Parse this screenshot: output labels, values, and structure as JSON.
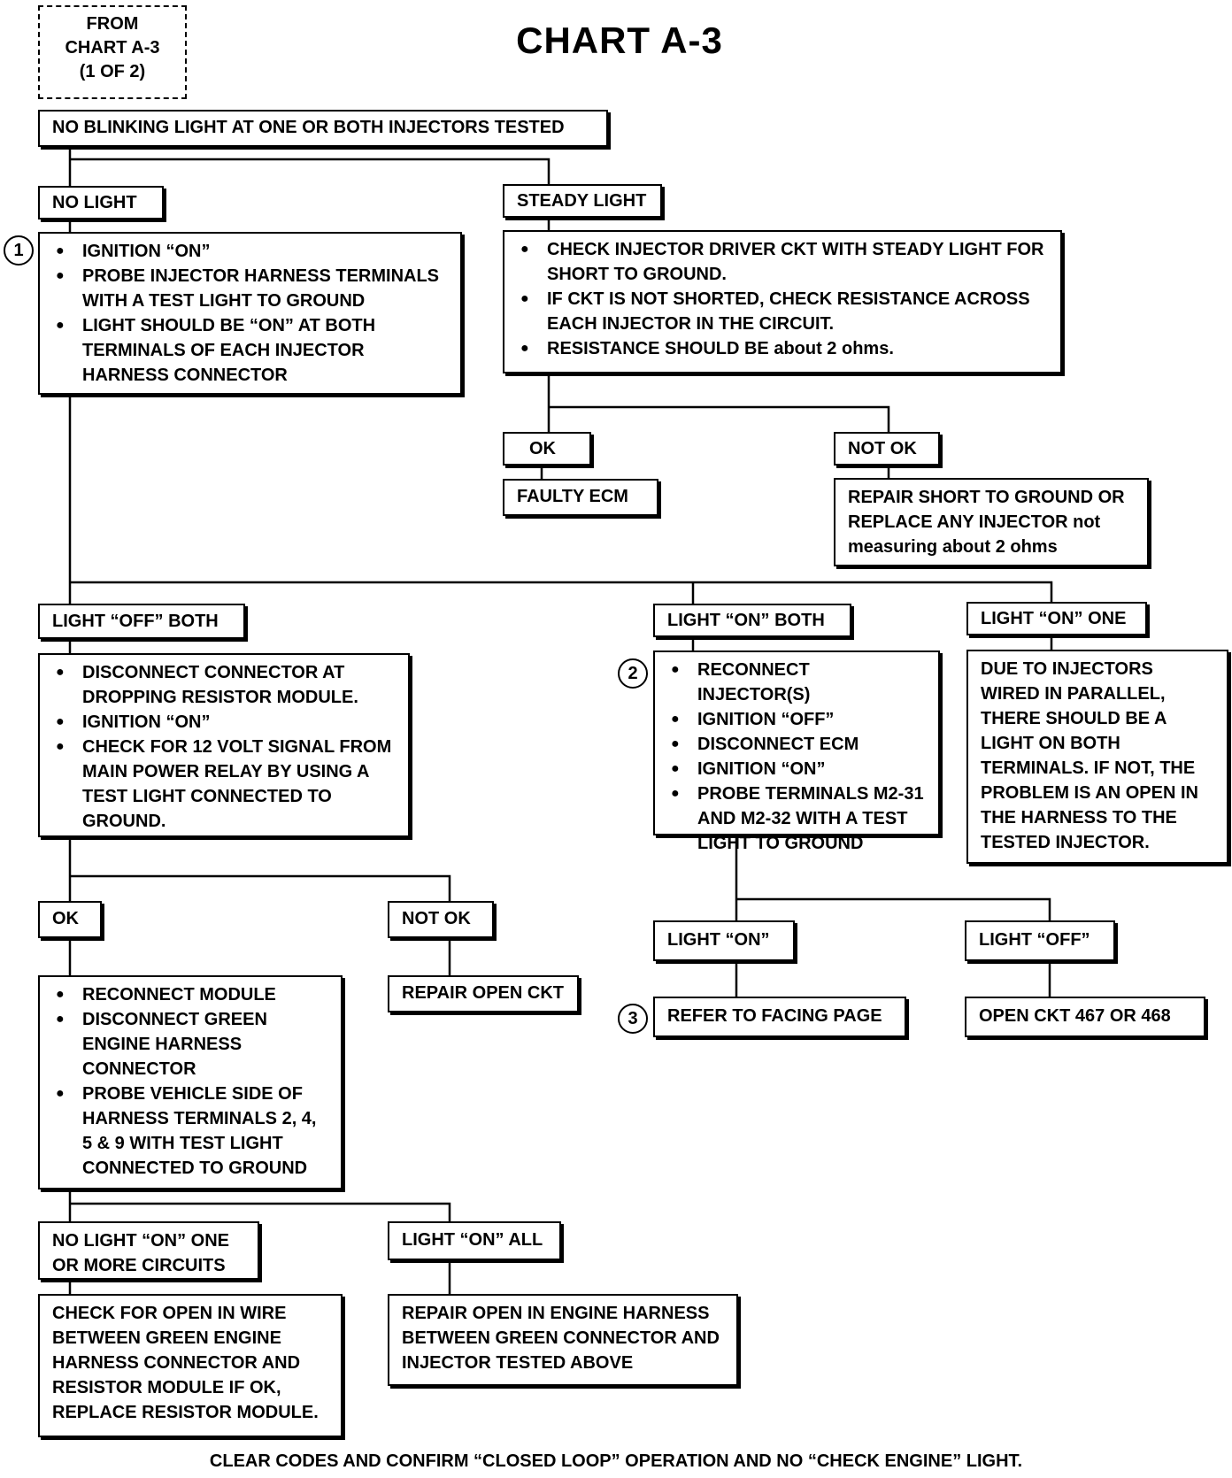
{
  "title": "CHART A-3",
  "from_ref": [
    "FROM",
    "CHART A-3",
    "(1 OF 2)"
  ],
  "top_condition": "NO BLINKING LIGHT AT ONE OR BOTH INJECTORS TESTED",
  "no_light": {
    "label": "NO LIGHT",
    "step_number": "1",
    "steps": [
      "IGNITION “ON”",
      "PROBE INJECTOR HARNESS TERMINALS WITH A TEST LIGHT TO GROUND",
      "LIGHT SHOULD BE “ON” AT BOTH TERMINALS OF EACH INJECTOR HARNESS CONNECTOR"
    ]
  },
  "steady_light": {
    "label": "STEADY LIGHT",
    "steps": [
      "CHECK INJECTOR DRIVER CKT WITH STEADY LIGHT FOR SHORT TO GROUND.",
      "IF CKT IS NOT SHORTED, CHECK RESISTANCE ACROSS EACH INJECTOR IN THE CIRCUIT.",
      "RESISTANCE SHOULD BE about 2 ohms."
    ],
    "ok": {
      "label": "OK",
      "result": "FAULTY ECM"
    },
    "not_ok": {
      "label": "NOT OK",
      "result": "REPAIR SHORT TO GROUND OR REPLACE ANY INJECTOR not measuring about 2 ohms"
    }
  },
  "light_off_both": {
    "label": "LIGHT “OFF” BOTH",
    "steps": [
      "DISCONNECT CONNECTOR AT DROPPING RESISTOR MODULE.",
      "IGNITION “ON”",
      "CHECK FOR 12 VOLT SIGNAL FROM MAIN POWER RELAY BY USING A TEST LIGHT CONNECTED TO GROUND."
    ],
    "ok": {
      "label": "OK",
      "steps": [
        "RECONNECT MODULE",
        "DISCONNECT GREEN ENGINE HARNESS CONNECTOR",
        "PROBE VEHICLE SIDE OF HARNESS TERMINALS 2, 4, 5 & 9 WITH TEST LIGHT CONNECTED TO GROUND"
      ],
      "no_light_label": "NO LIGHT “ON” ONE OR MORE CIRCUITS",
      "no_light_result": "CHECK FOR OPEN IN WIRE BETWEEN GREEN ENGINE HARNESS CONNECTOR AND RESISTOR MODULE IF OK, REPLACE RESISTOR MODULE.",
      "light_all_label": "LIGHT “ON” ALL",
      "light_all_result": "REPAIR OPEN IN ENGINE HARNESS BETWEEN GREEN CONNECTOR AND INJECTOR TESTED ABOVE"
    },
    "not_ok": {
      "label": "NOT OK",
      "result": "REPAIR OPEN CKT"
    }
  },
  "light_on_both": {
    "label": "LIGHT “ON” BOTH",
    "step_number": "2",
    "steps": [
      "RECONNECT INJECTOR(S)",
      "IGNITION “OFF”",
      "DISCONNECT ECM",
      "IGNITION “ON”",
      "PROBE TERMINALS M2-31 AND M2-32 WITH A TEST LIGHT TO GROUND"
    ],
    "on": {
      "label": "LIGHT “ON”",
      "step_number": "3",
      "result": "REFER TO FACING PAGE"
    },
    "off": {
      "label": "LIGHT “OFF”",
      "result": "OPEN CKT 467 OR 468"
    }
  },
  "light_on_one": {
    "label": "LIGHT “ON” ONE",
    "result": "DUE TO INJECTORS WIRED IN PARALLEL, THERE SHOULD BE A LIGHT ON BOTH TERMINALS.  IF NOT, THE PROBLEM IS AN OPEN IN THE HARNESS TO THE TESTED INJECTOR."
  },
  "footer": "CLEAR CODES AND CONFIRM “CLOSED LOOP” OPERATION AND NO “CHECK ENGINE” LIGHT."
}
